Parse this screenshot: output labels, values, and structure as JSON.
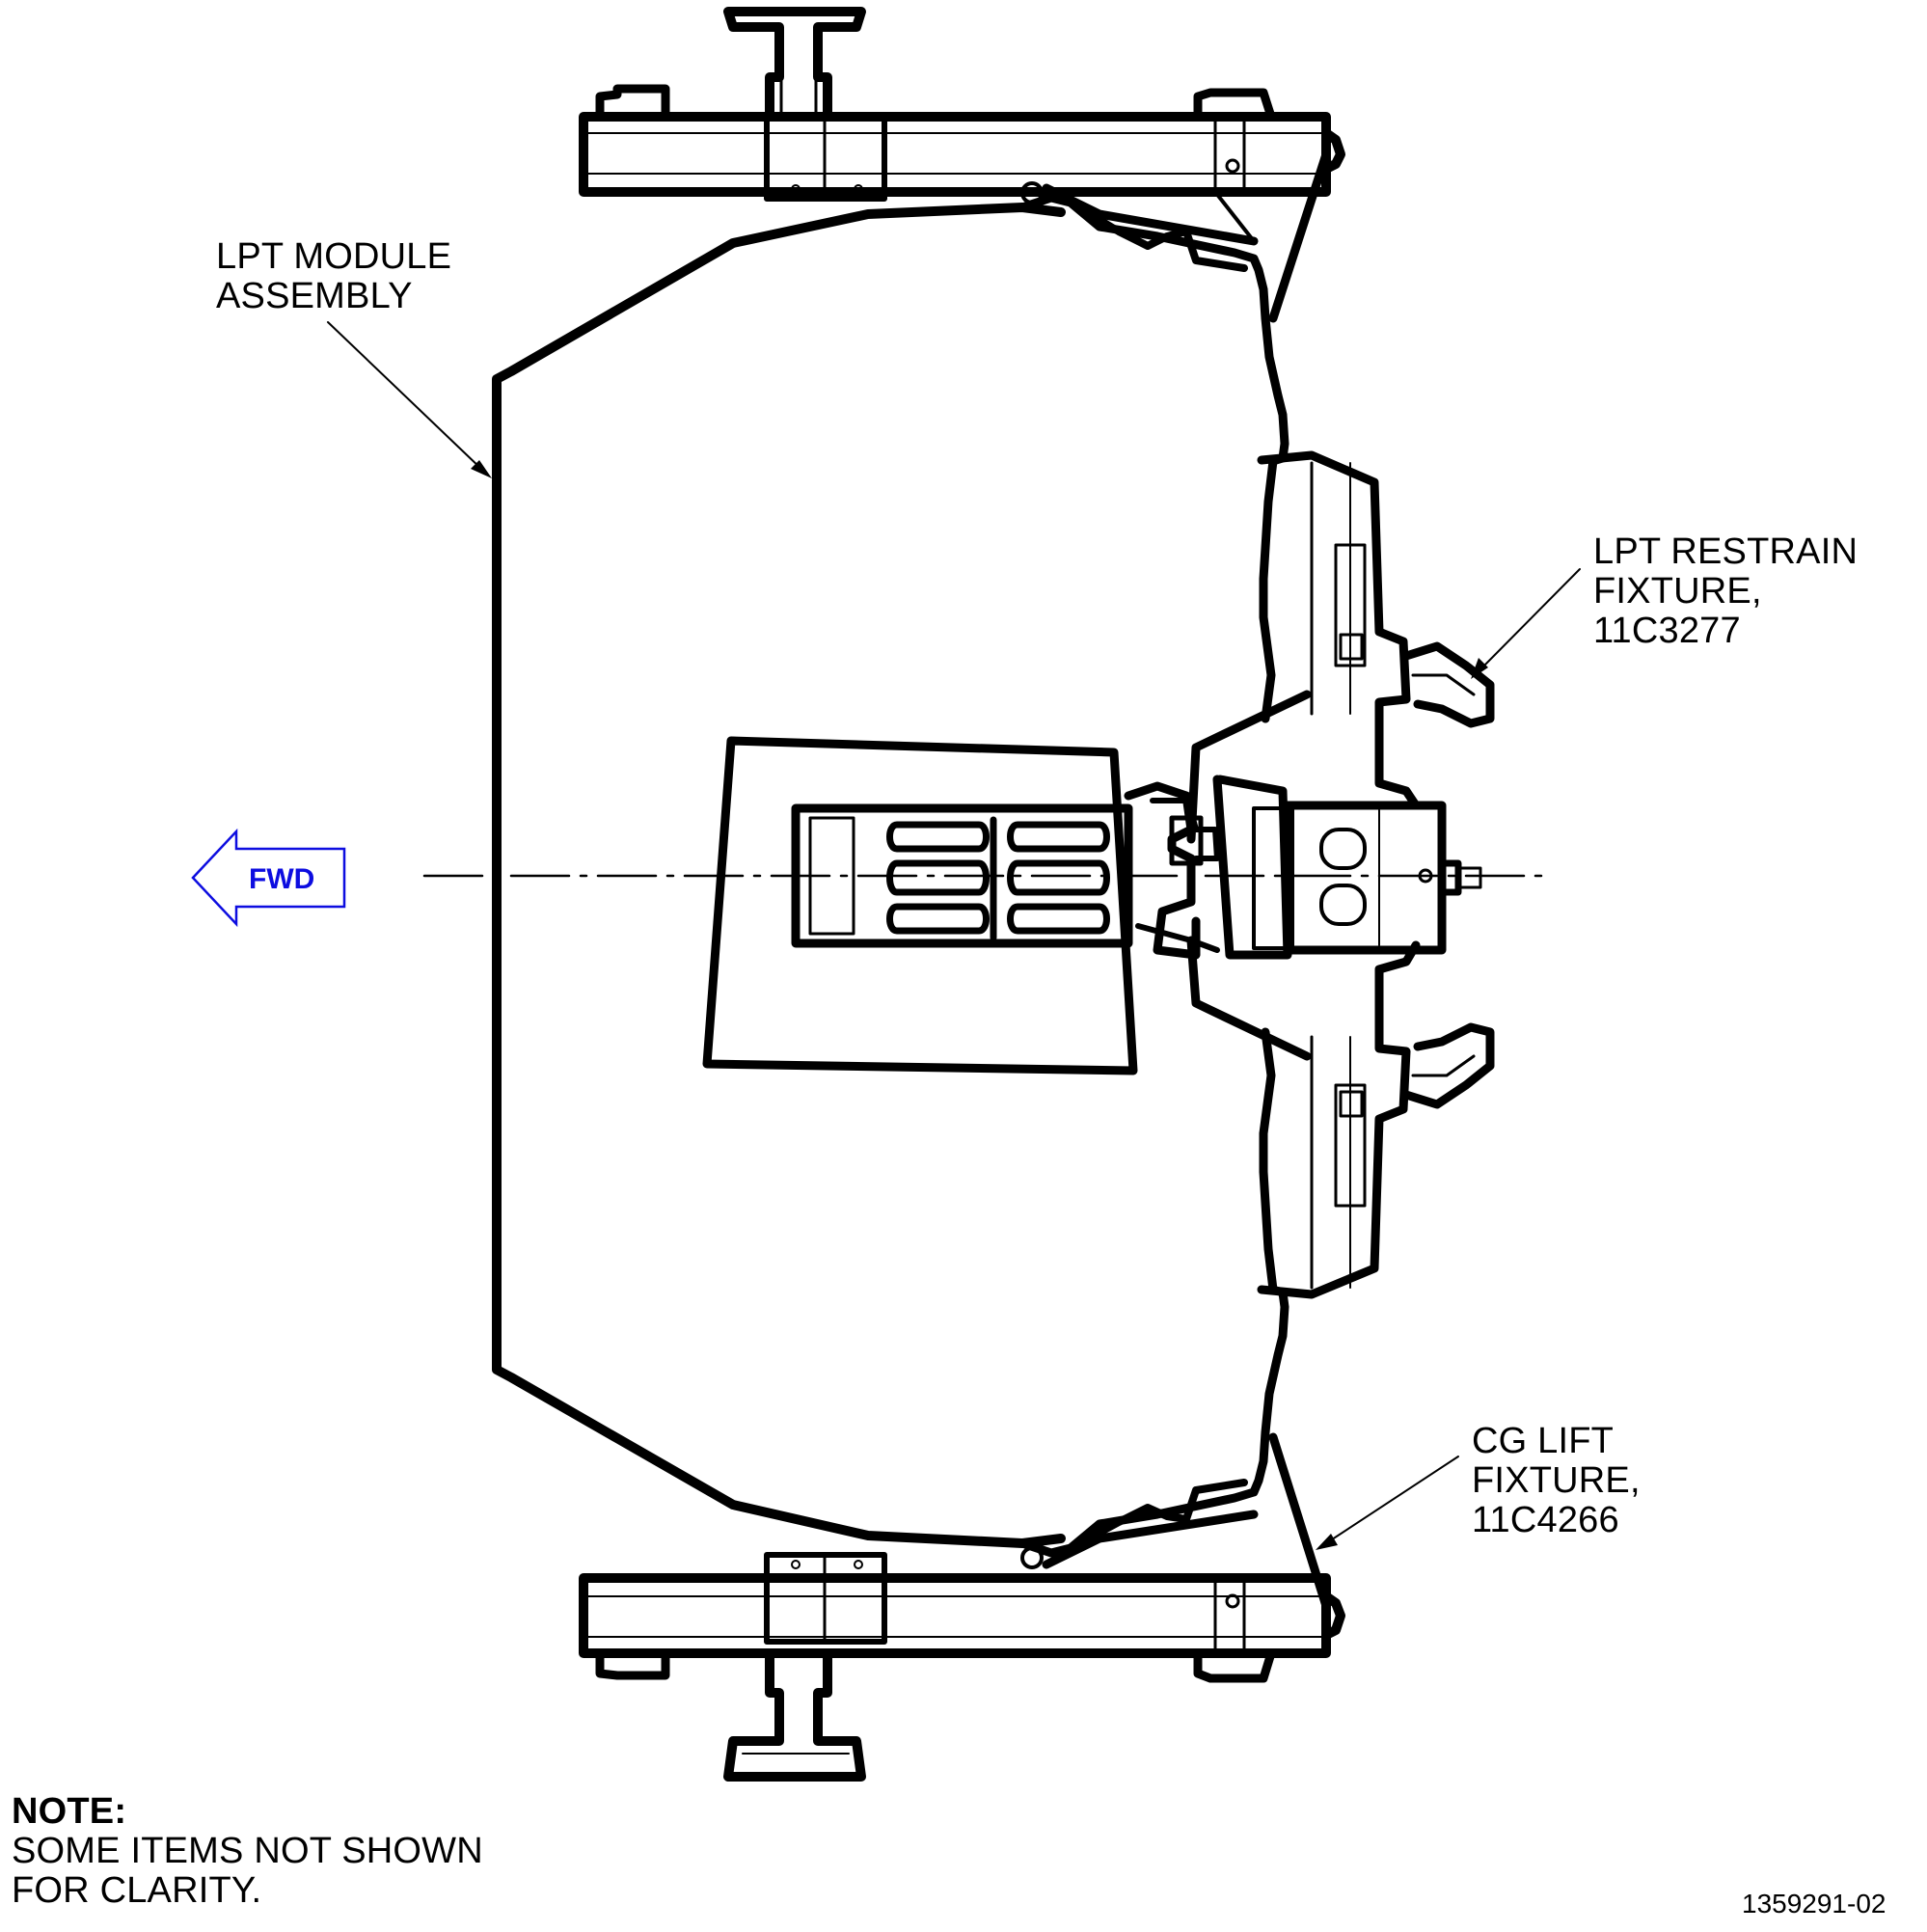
{
  "callouts": {
    "lpt_module": [
      "LPT MODULE",
      "ASSEMBLY"
    ],
    "lpt_restrain": [
      "LPT RESTRAIN",
      "FIXTURE,",
      "11C3277"
    ],
    "cg_lift": [
      "CG LIFT",
      "FIXTURE,",
      "11C4266"
    ]
  },
  "direction_arrow": {
    "label": "FWD",
    "color": "#0d0de0"
  },
  "note": {
    "title": "NOTE:",
    "lines": [
      "SOME ITEMS NOT SHOWN",
      "FOR CLARITY."
    ]
  },
  "figure_id": "1359291-02"
}
